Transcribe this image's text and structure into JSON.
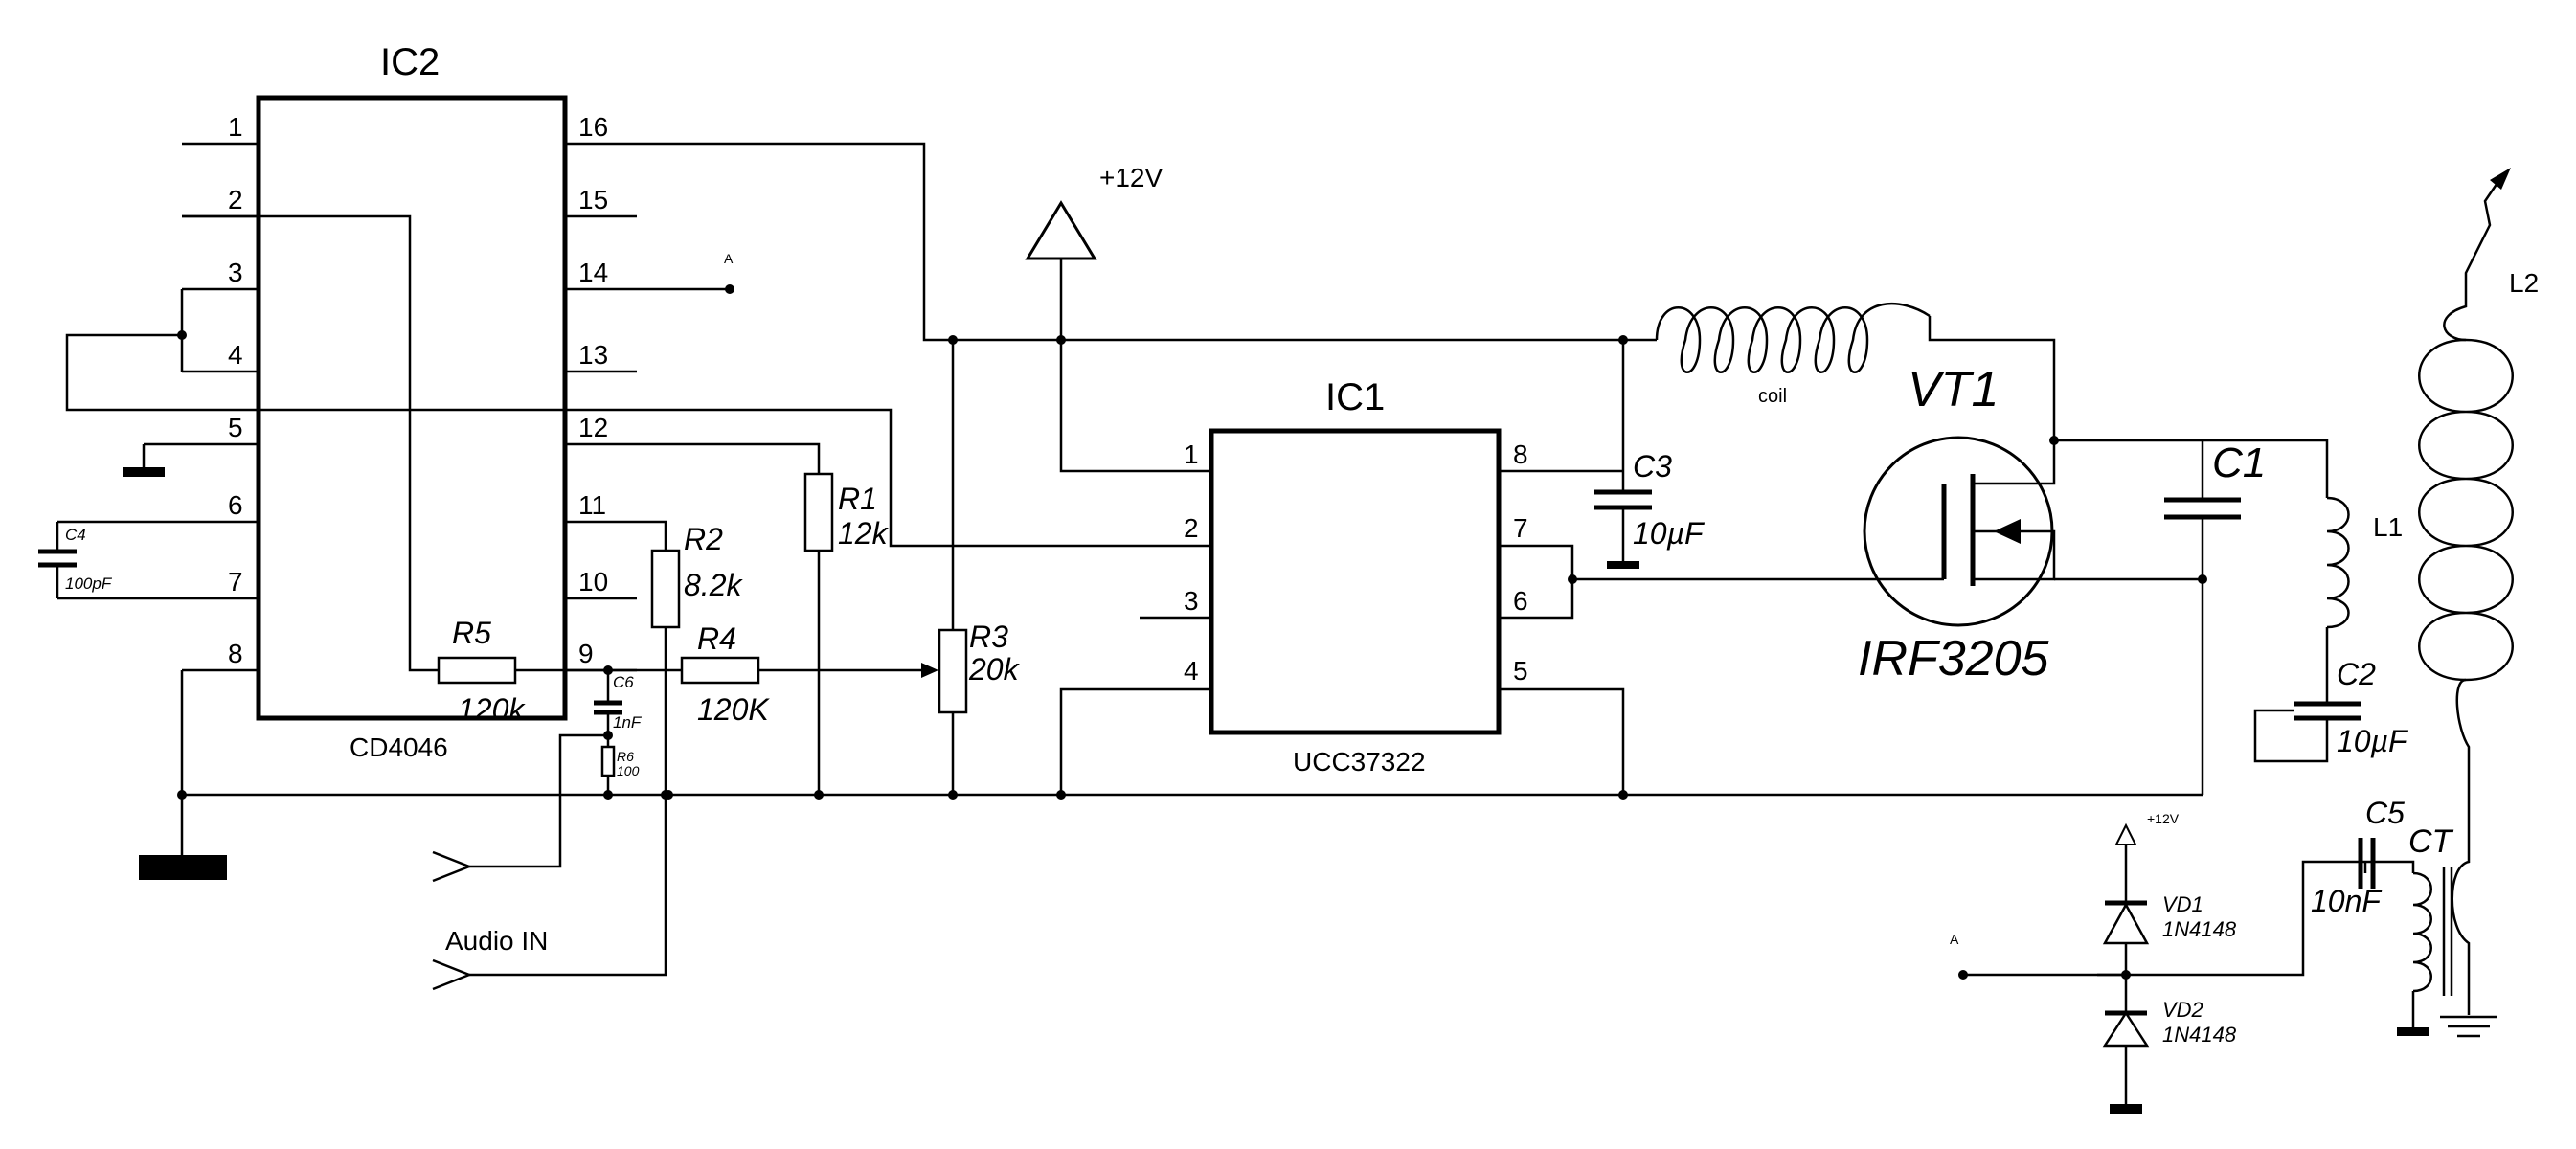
{
  "ic2": {
    "ref": "IC2",
    "part": "CD4046",
    "pins_left": [
      "1",
      "2",
      "3",
      "4",
      "5",
      "6",
      "7",
      "8"
    ],
    "pins_right": [
      "16",
      "15",
      "14",
      "13",
      "12",
      "11",
      "10",
      "9"
    ]
  },
  "ic1": {
    "ref": "IC1",
    "part": "UCC37322",
    "pins_left": [
      "1",
      "2",
      "3",
      "4"
    ],
    "pins_right": [
      "8",
      "7",
      "6",
      "5"
    ]
  },
  "supply": {
    "main": "+12V",
    "diode": "+12V"
  },
  "net_a": [
    "A",
    "A"
  ],
  "r1": {
    "ref": "R1",
    "value": "12k"
  },
  "r2": {
    "ref": "R2",
    "value": "8.2k"
  },
  "r3": {
    "ref": "R3",
    "value": "20k"
  },
  "r4": {
    "ref": "R4",
    "value": "120K"
  },
  "r5": {
    "ref": "R5",
    "value": "120k"
  },
  "r6": {
    "ref": "R6",
    "value": "100"
  },
  "c1": {
    "ref": "C1"
  },
  "c2": {
    "ref": "C2",
    "value": "10µF"
  },
  "c3": {
    "ref": "C3",
    "value": "10µF"
  },
  "c4": {
    "ref": "C4",
    "value": "100pF"
  },
  "c5": {
    "ref": "C5",
    "value": "10nF"
  },
  "c6": {
    "ref": "C6",
    "value": "1nF"
  },
  "coil": {
    "label": "coil"
  },
  "vt1": {
    "ref": "VT1",
    "part": "IRF3205"
  },
  "l1": {
    "ref": "L1"
  },
  "l2": {
    "ref": "L2"
  },
  "ct": {
    "ref": "CT"
  },
  "vd1": {
    "ref": "VD1",
    "part": "1N4148"
  },
  "vd2": {
    "ref": "VD2",
    "part": "1N4148"
  },
  "audio": {
    "label": "Audio IN"
  }
}
